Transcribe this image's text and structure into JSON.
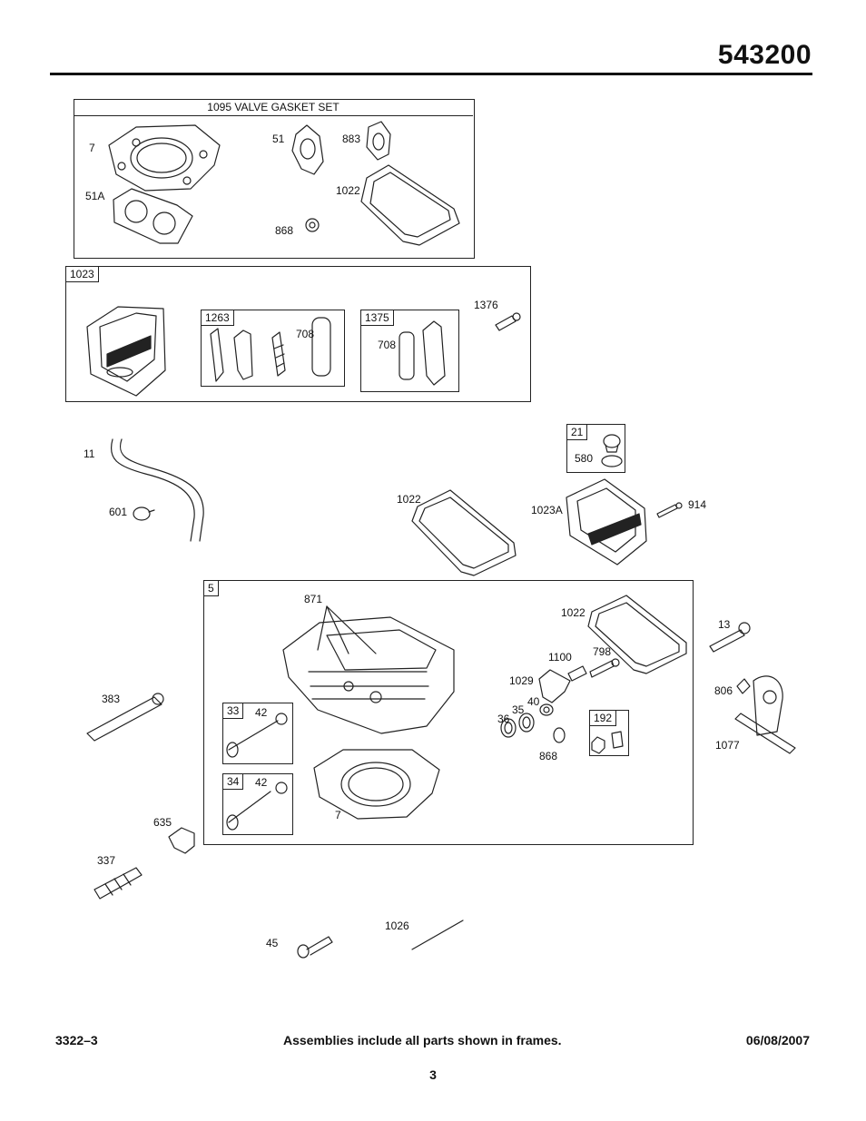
{
  "header": {
    "model_number": "543200"
  },
  "gasket_set": {
    "title": "1095 VALVE GASKET SET",
    "tags": [
      "7",
      "51",
      "883",
      "51A",
      "1022",
      "868"
    ]
  },
  "valve_cover_assembly": {
    "box_label": "1023",
    "kit_a": {
      "box_label": "1263",
      "tag": "708"
    },
    "kit_b": {
      "box_label": "1375",
      "tag": "708"
    },
    "tag_bolt": "1376"
  },
  "mid_parts": {
    "tag_hose": "11",
    "tag_clamp": "601",
    "cap_box_label": "21",
    "tag_cap_gasket": "580",
    "tag_gasket": "1022",
    "tag_cover": "1023A",
    "tag_screw": "914"
  },
  "cylinder_head_assembly": {
    "box_label": "5",
    "tag_871": "871",
    "tag_1022": "1022",
    "tag_1100": "1100",
    "tag_798": "798",
    "tag_1029": "1029",
    "tag_40": "40",
    "tag_35": "35",
    "tag_36": "36",
    "tag_868": "868",
    "box_192": "192",
    "box_33": "33",
    "tag_42a": "42",
    "box_34": "34",
    "tag_42b": "42",
    "tag_7": "7"
  },
  "right_parts": {
    "tag_13": "13",
    "tag_806": "806",
    "tag_1077": "1077"
  },
  "left_parts": {
    "tag_383": "383",
    "tag_635": "635",
    "tag_337": "337"
  },
  "bottom_parts": {
    "tag_45": "45",
    "tag_1026": "1026"
  },
  "footer": {
    "left": "3322–3",
    "center": "Assemblies include all parts shown in frames.",
    "right": "06/08/2007",
    "page": "3"
  }
}
